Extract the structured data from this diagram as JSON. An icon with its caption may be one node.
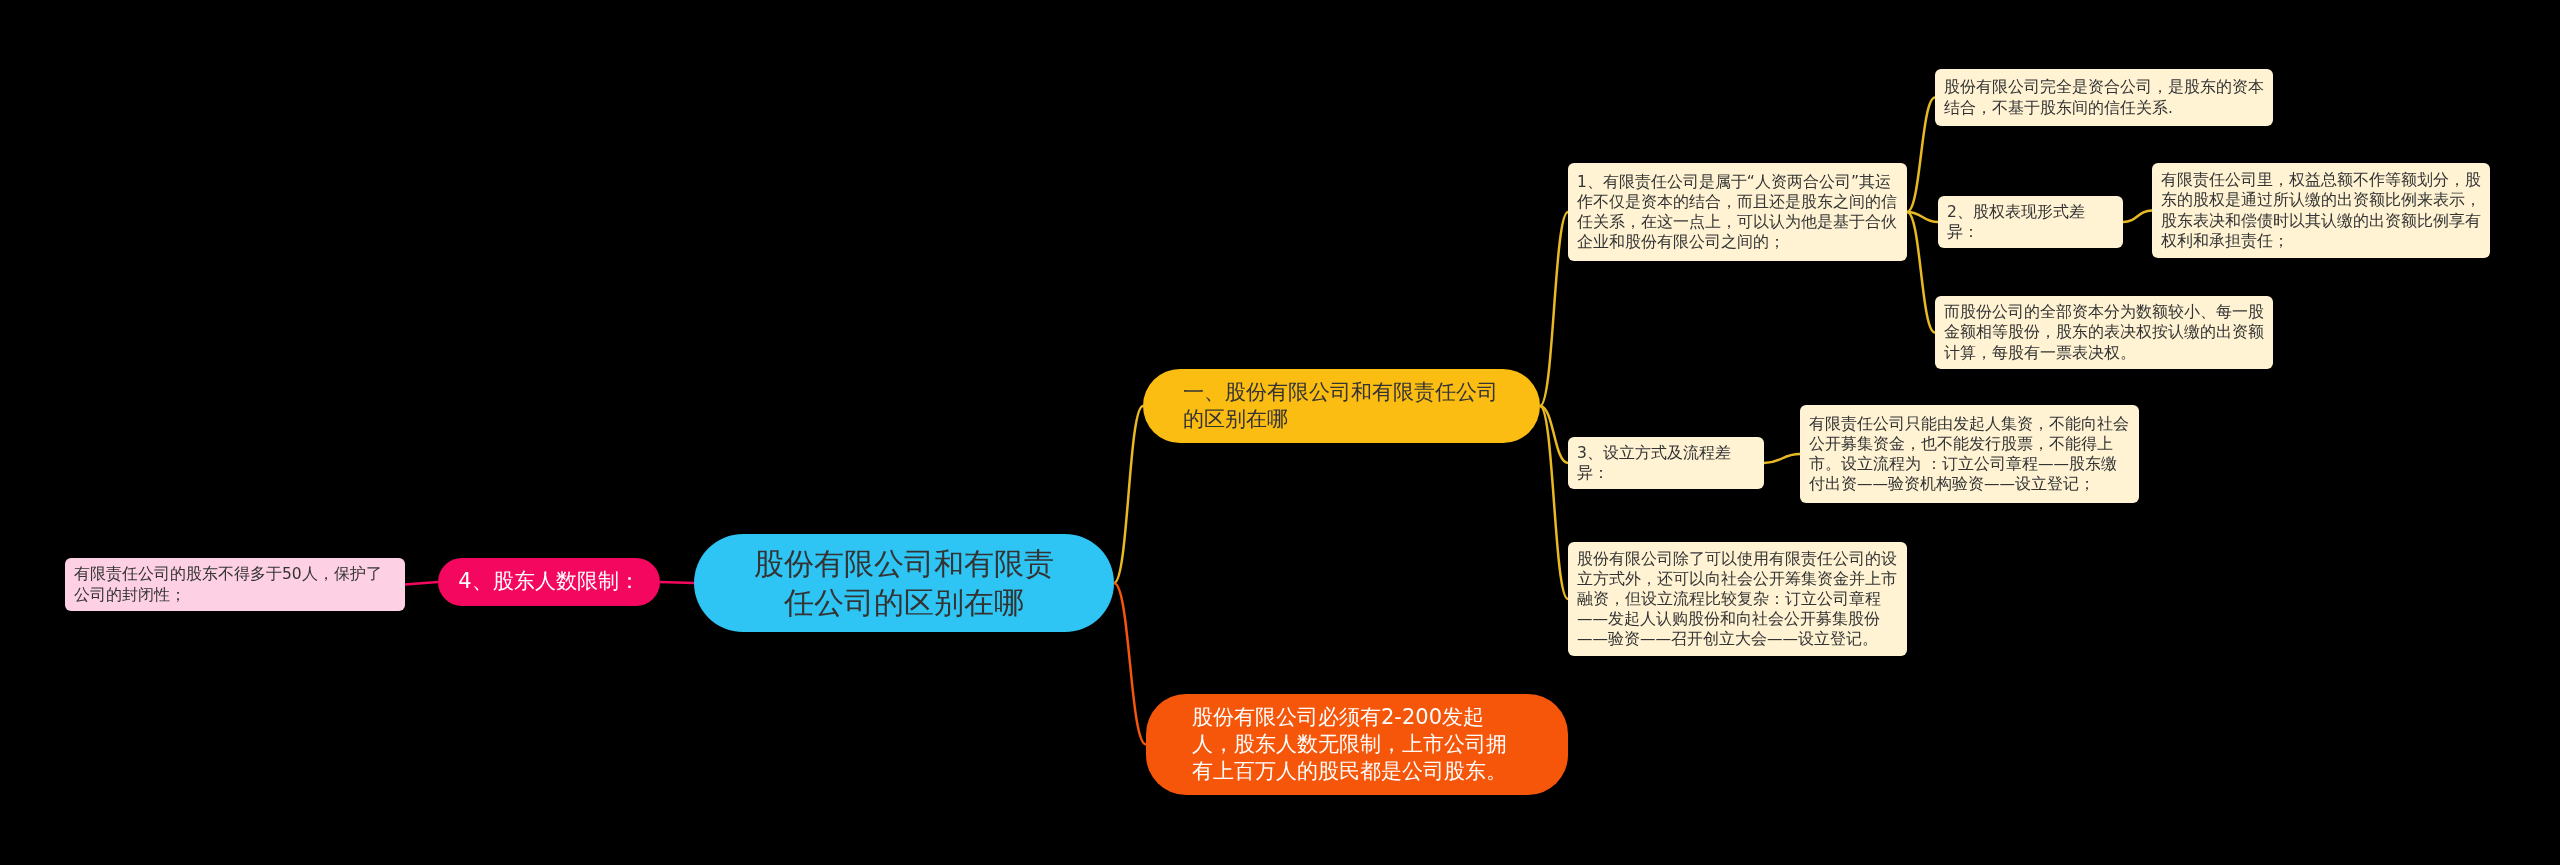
{
  "diagram": {
    "nodes": [
      {
        "text": [
          "股份有限公司和有限责任公司的区别在哪"
        ]
      },
      {
        "text": [
          "一、股份有限公司和有限责任公司的区别在哪"
        ]
      },
      {
        "text": [
          "1、有限责任公司是属于“人资两合公司”其运作不仅是资本的结合，而且还是股东之间的信任关系，在这一点上，可以认为他是基于合伙企业和股份有限公司之间的；"
        ]
      },
      {
        "text": [
          "股份有限公司完全是资合公司，是股东的资本结合，不基于股东间的信任关系."
        ]
      },
      {
        "text": [
          "2、股权表现形式差异："
        ]
      },
      {
        "text": [
          "有限责任公司里，权益总额不作等额划分，股东的股权是通过所认缴的出资额比例来表示，股东表决和偿债时以其认缴的出资额比例享有权利和承担责任；"
        ]
      },
      {
        "text": [
          "而股份公司的全部资本分为数额较小、每一股金额相等股份，股东的表决权按认缴的出资额计算，每股有一票表决权。"
        ]
      },
      {
        "text": [
          "3、设立方式及流程差异："
        ]
      },
      {
        "text": [
          "有限责任公司只能由发起人集资，不能向社会公开募集资金，也不能发行股票，不能得上市。设立流程为 ：订立公司章程——股东缴付出资——验资机构验资——设立登记；"
        ]
      },
      {
        "text": [
          "股份有限公司除了可以使用有限责任公司的设立方式外，还可以向社会公开筹集资金并上市融资，但设立流程比较复杂：订立公司章程——发起人认购股份和向社会公开募集股份——验资——召开创立大会——设立登记。"
        ]
      },
      {
        "text": [
          "股份有限公司必须有2-200发起人，股东人数无限制，上市公司拥有上百万人的股民都是公司股东。"
        ]
      },
      {
        "text": [
          "4、股东人数限制："
        ]
      },
      {
        "text": [
          "有限责任公司的股东不得多于50人，保护了公司的封闭性；"
        ]
      }
    ],
    "edges": [
      {
        "from": 0,
        "to": 1,
        "arrow": "none"
      },
      {
        "from": 1,
        "to": 2,
        "arrow": "none"
      },
      {
        "from": 2,
        "to": 3,
        "arrow": "none"
      },
      {
        "from": 2,
        "to": 4,
        "arrow": "none"
      },
      {
        "from": 4,
        "to": 5,
        "arrow": "none"
      },
      {
        "from": 2,
        "to": 6,
        "arrow": "none"
      },
      {
        "from": 1,
        "to": 7,
        "arrow": "none"
      },
      {
        "from": 7,
        "to": 8,
        "arrow": "none"
      },
      {
        "from": 1,
        "to": 9,
        "arrow": "none"
      },
      {
        "from": 0,
        "to": 10,
        "arrow": "none",
        "color": "#f5560a"
      },
      {
        "from": 0,
        "to": 11,
        "arrow": "none",
        "color": "#f4075f"
      },
      {
        "from": 11,
        "to": 12,
        "arrow": "none",
        "color": "#f4075f"
      }
    ]
  }
}
